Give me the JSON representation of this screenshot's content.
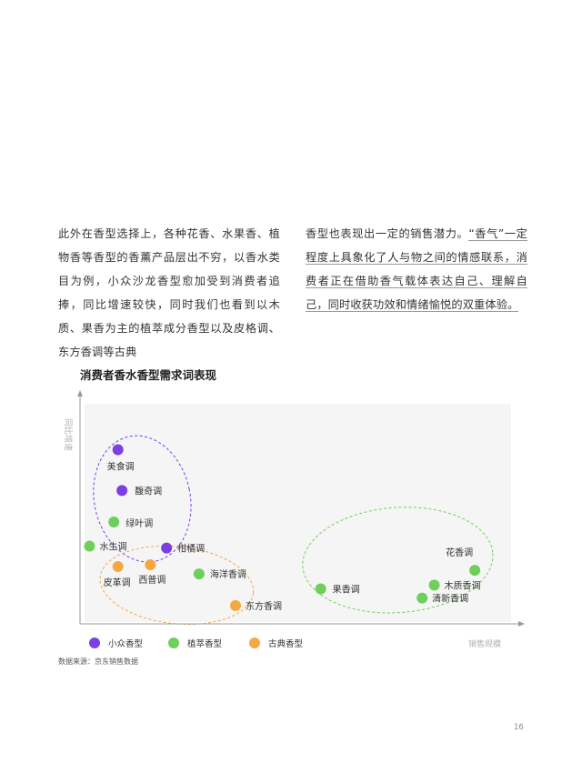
{
  "paragraphs": {
    "left": "此外在香型选择上，各种花香、水果香、植物香等香型的香薰产品层出不穷，以香水类目为例，小众沙龙香型愈加受到消费者追捧，同比增速较快，同时我们也看到以木质、果香为主的植萃成分香型以及皮格调、东方香调等古典",
    "right": [
      "香型也表现出一定的销售潜力。",
      "“香气”一定程度上具象化了人与物之间的情感联系，消费者正在借助香气载体表达自己、理解自己，同时收获功效和情绪愉悦的双重体验。"
    ]
  },
  "chart_data": {
    "type": "scatter",
    "title": "消费者香水香型需求词表现",
    "xlabel": "销售规模",
    "ylabel": "同比增速",
    "xlim": [
      0,
      100
    ],
    "ylim": [
      0,
      100
    ],
    "grid": false,
    "legend_position": "bottom-left",
    "series": [
      {
        "name": "小众香型",
        "color": "#7b3fe4",
        "points": [
          {
            "label": "美食调",
            "x": 8,
            "y": 88
          },
          {
            "label": "馥奇调",
            "x": 9,
            "y": 66
          },
          {
            "label": "柑橘调",
            "x": 20,
            "y": 35
          }
        ]
      },
      {
        "name": "植萃香型",
        "color": "#6fcf5b",
        "points": [
          {
            "label": "绿叶调",
            "x": 7,
            "y": 49
          },
          {
            "label": "水生调",
            "x": 1,
            "y": 36
          },
          {
            "label": "海洋香调",
            "x": 28,
            "y": 21
          },
          {
            "label": "果香调",
            "x": 58,
            "y": 13
          },
          {
            "label": "花香调",
            "x": 96,
            "y": 23
          },
          {
            "label": "木质香调",
            "x": 86,
            "y": 15
          },
          {
            "label": "清新香调",
            "x": 83,
            "y": 8
          }
        ]
      },
      {
        "name": "古典香型",
        "color": "#f5a742",
        "points": [
          {
            "label": "皮革调",
            "x": 8,
            "y": 25
          },
          {
            "label": "西普调",
            "x": 16,
            "y": 26
          },
          {
            "label": "东方香调",
            "x": 37,
            "y": 4
          }
        ]
      }
    ],
    "clusters": [
      {
        "series": "小众香型",
        "color": "#7b3fe4"
      },
      {
        "series": "古典香型",
        "color": "#f5a742"
      },
      {
        "series": "植萃香型",
        "color": "#6fcf5b"
      }
    ]
  },
  "source": "数据来源：京东销售数据",
  "page_number": "16"
}
